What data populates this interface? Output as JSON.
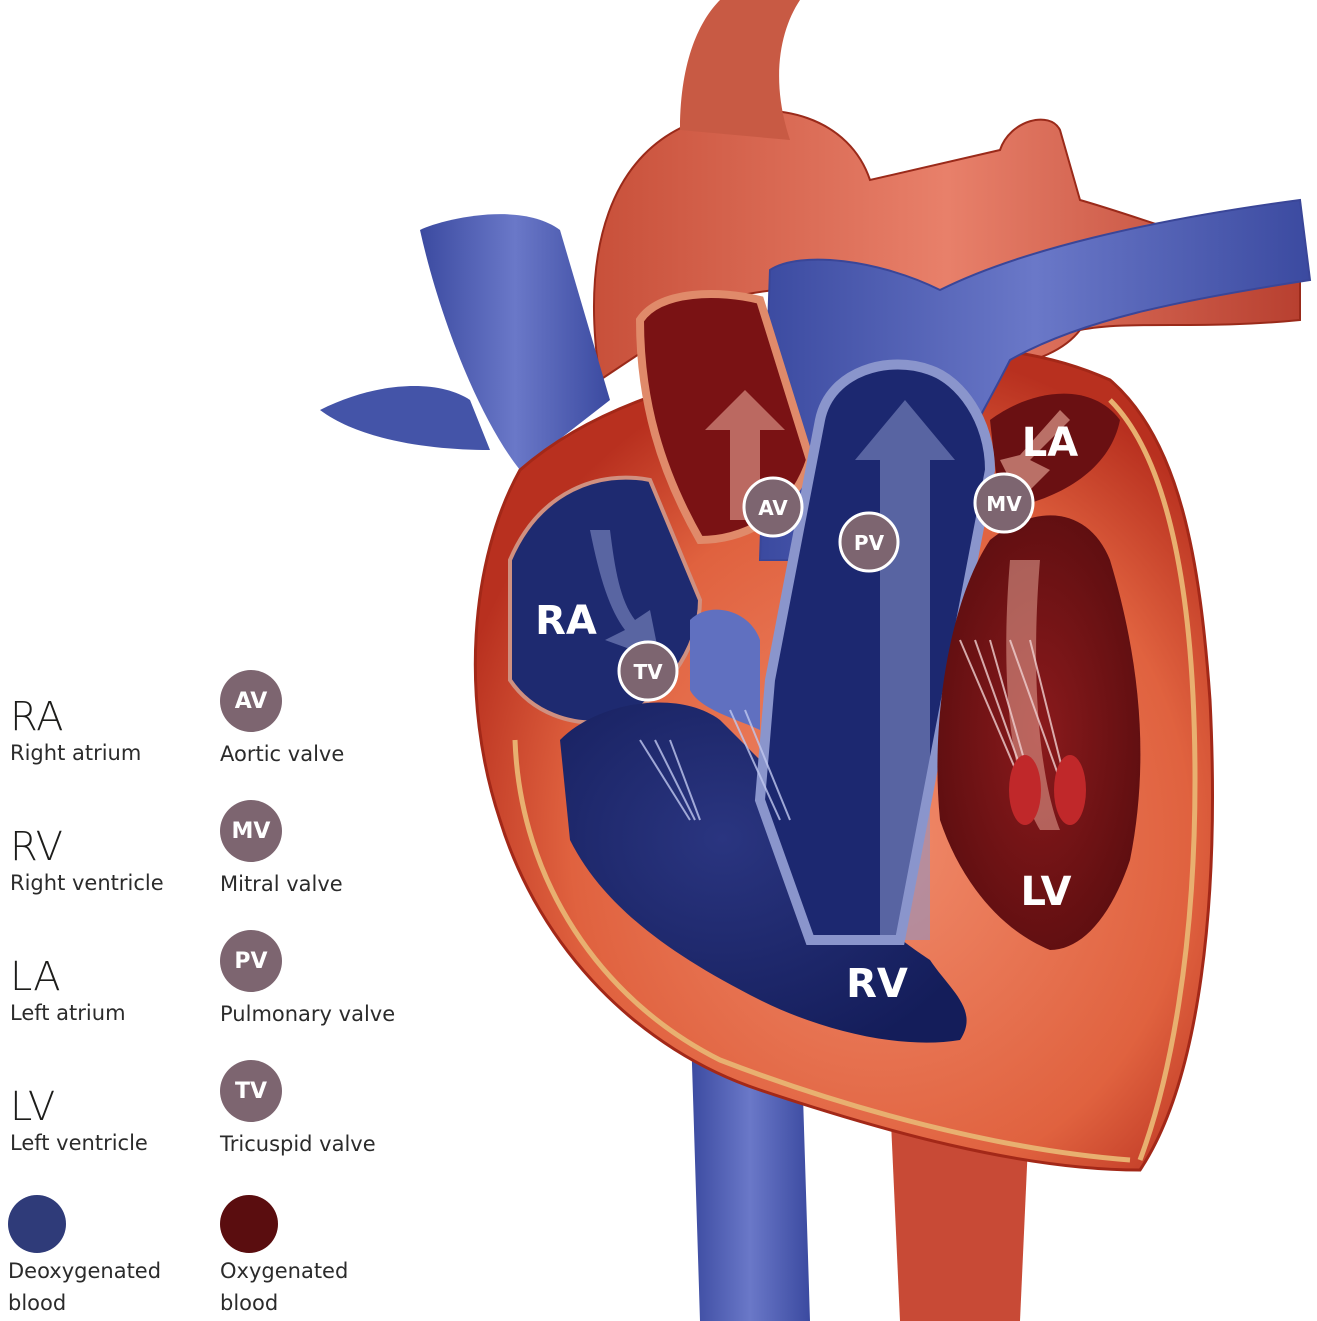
{
  "diagram": {
    "labels": {
      "ra": "RA",
      "rv": "RV",
      "la": "LA",
      "lv": "LV",
      "av": "AV",
      "mv": "MV",
      "pv": "PV",
      "tv": "TV"
    }
  },
  "legend": {
    "chambers": [
      {
        "abbr": "RA",
        "desc": "Right atrium"
      },
      {
        "abbr": "RV",
        "desc": "Right ventricle"
      },
      {
        "abbr": "LA",
        "desc": "Left atrium"
      },
      {
        "abbr": "LV",
        "desc": "Left ventricle"
      }
    ],
    "valves": [
      {
        "abbr": "AV",
        "desc": "Aortic valve"
      },
      {
        "abbr": "MV",
        "desc": "Mitral valve"
      },
      {
        "abbr": "PV",
        "desc": "Pulmonary valve"
      },
      {
        "abbr": "TV",
        "desc": "Tricuspid valve"
      }
    ],
    "blood": [
      {
        "line1": "Deoxygenated",
        "line2": "blood",
        "color": "#2f3b79"
      },
      {
        "line1": "Oxygenated",
        "line2": "blood",
        "color": "#5a0d0f"
      }
    ]
  }
}
